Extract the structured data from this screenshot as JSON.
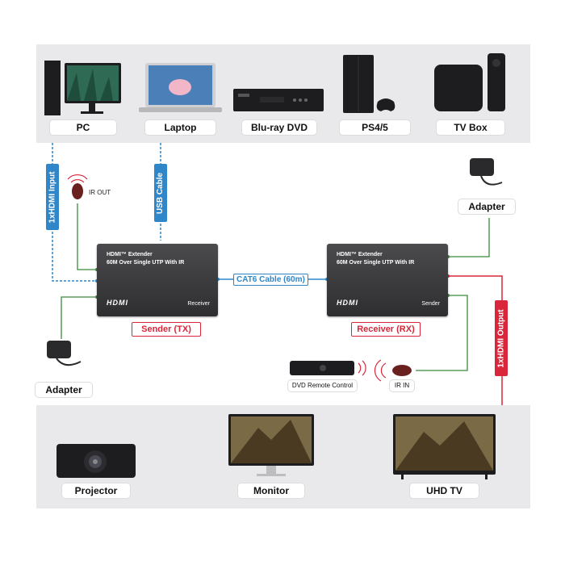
{
  "sources": {
    "pc": "PC",
    "laptop": "Laptop",
    "bluray": "Blu-ray DVD",
    "ps": "PS4/5",
    "tvbox": "TV Box"
  },
  "cables": {
    "hdmi_input": "1xHDMI Input",
    "usb": "USB Cable",
    "cat6": "CAT6 Cable (60m)",
    "hdmi_output": "1xHDMI Output"
  },
  "ir": {
    "out": "IR OUT",
    "in": "IR IN",
    "remote": "DVD Remote Control"
  },
  "sender_box": {
    "line1": "HDMI™ Extender",
    "line2": "60M Over Single UTP With IR",
    "logo": "HDMI",
    "role": "Receiver",
    "label": "Sender (TX)"
  },
  "receiver_box": {
    "line1": "HDMI™ Extender",
    "line2": "60M Over Single UTP With IR",
    "logo": "HDMI",
    "role": "Sender",
    "label": "Receiver (RX)"
  },
  "adapters": {
    "left": "Adapter",
    "right": "Adapter"
  },
  "displays": {
    "projector": "Projector",
    "monitor": "Monitor",
    "uhdtv": "UHD TV"
  },
  "colors": {
    "blue": "#2f86c8",
    "green": "#3a8a3a",
    "red": "#d9263a"
  }
}
